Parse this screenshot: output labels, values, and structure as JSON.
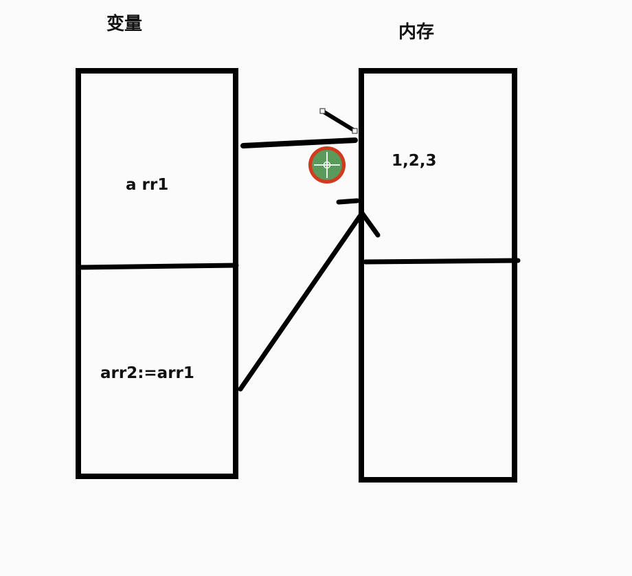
{
  "headers": {
    "variables": "变量",
    "memory": "内存"
  },
  "variables": {
    "cell1": "a rr1",
    "cell2": "arr2:=arr1"
  },
  "memory": {
    "cell1": "1,2,3"
  },
  "colors": {
    "stroke": "#000000",
    "cursor_ring": "#d03a1f",
    "cursor_fill": "#5a9a5a",
    "background": "#fbfbfb"
  },
  "icons": {
    "cursor": "move-crosshair-icon"
  }
}
